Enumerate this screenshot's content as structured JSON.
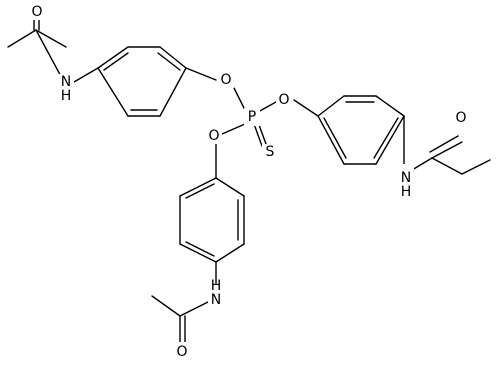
{
  "molecule": {
    "atoms": [
      {
        "id": "O1",
        "label": "O"
      },
      {
        "id": "N1",
        "label": "N\nH"
      },
      {
        "id": "O2",
        "label": "O"
      },
      {
        "id": "P",
        "label": "P"
      },
      {
        "id": "O3",
        "label": "O"
      },
      {
        "id": "O4",
        "label": "O"
      },
      {
        "id": "S",
        "label": "S"
      },
      {
        "id": "O5",
        "label": "O"
      },
      {
        "id": "N2",
        "label": "N\nH"
      },
      {
        "id": "N3",
        "label": "N\nH"
      },
      {
        "id": "O6",
        "label": "O"
      }
    ],
    "colors": {
      "bond": "#000000",
      "background": "#ffffff"
    }
  }
}
